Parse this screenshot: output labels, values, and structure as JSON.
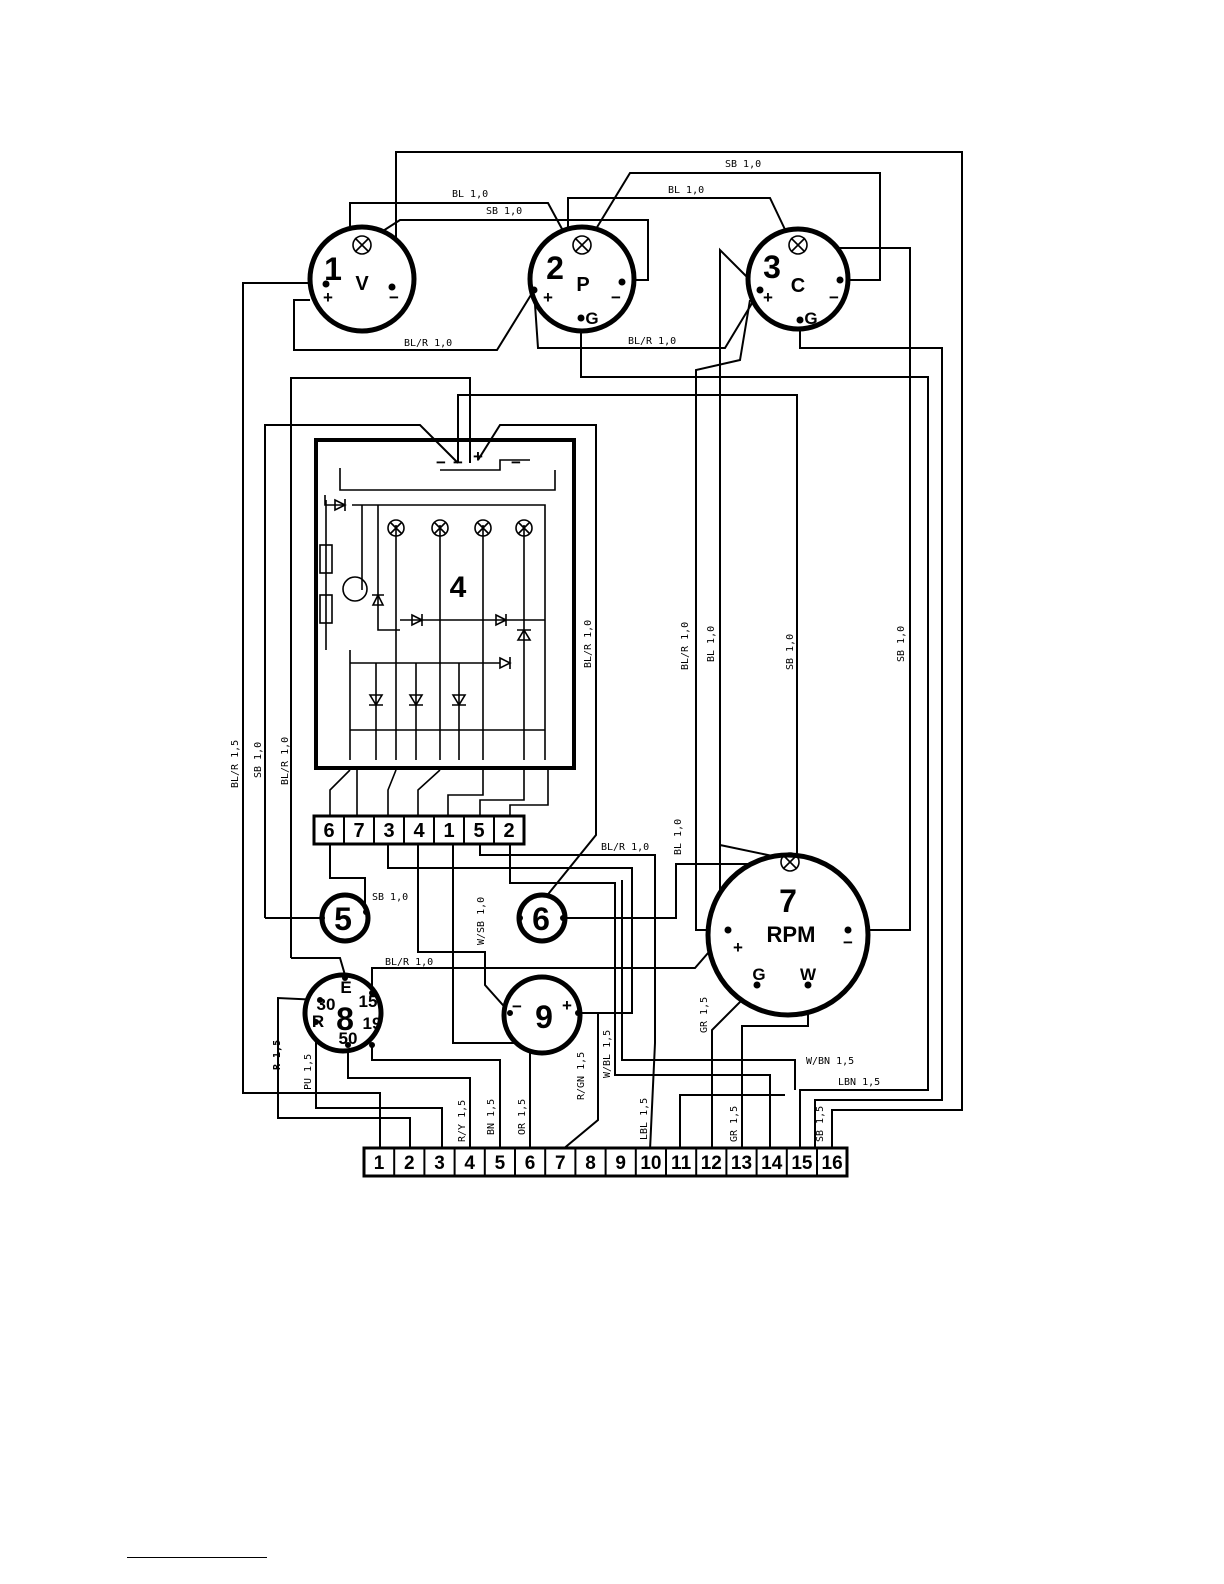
{
  "gauges": {
    "g1": {
      "number": "1",
      "letter": "V",
      "plus": "+",
      "minus": "−"
    },
    "g2": {
      "number": "2",
      "letter": "P",
      "plus": "+",
      "minus": "−",
      "ground": "G"
    },
    "g3": {
      "number": "3",
      "letter": "C",
      "plus": "+",
      "minus": "−",
      "ground": "G"
    },
    "g5": {
      "number": "5"
    },
    "g6": {
      "number": "6"
    },
    "g7": {
      "number": "7",
      "letter": "RPM",
      "plus": "+",
      "minus": "−",
      "ground": "G",
      "w": "W"
    },
    "g8": {
      "number": "8",
      "t30": "30",
      "te": "E",
      "t15": "15",
      "tr": "R",
      "t19": "19",
      "t50": "50"
    },
    "g9": {
      "number": "9",
      "plus": "+",
      "minus": "−"
    }
  },
  "module": {
    "number": "4",
    "minus_a": "−",
    "minus_b": "−",
    "plus_a": "+",
    "minus_c": "−"
  },
  "connector_top": [
    "6",
    "7",
    "3",
    "4",
    "1",
    "5",
    "2"
  ],
  "connector_bottom": [
    "1",
    "2",
    "3",
    "4",
    "5",
    "6",
    "7",
    "8",
    "9",
    "10",
    "11",
    "12",
    "13",
    "14",
    "15",
    "16"
  ],
  "wire_labels": {
    "sb_top": "SB 1,0",
    "bl_left": "BL 1,0",
    "sb_mid": "SB 1,0",
    "bl_right": "BL  1,0",
    "blr_left": "BL/R 1,0",
    "blr_right": "BL/R 1,0",
    "v_blr15": "BL/R 1,5",
    "v_sb10_a": "SB 1,0",
    "v_blr10_a": "BL/R 1,0",
    "v_blr10_b": "BL/R 1,0",
    "v_blr10_c": "BL/R 1,0",
    "v_bl10_a": "BL 1,0",
    "v_sb10_b": "SB 1,0",
    "v_sb10_c": "SB 1,0",
    "v_bl10_b": "BL 1,0",
    "h_blr_6": "BL/R 1,0",
    "h_sb_5": "SB 1,0",
    "v_wsb": "W/SB 1,0",
    "h_blr_8": "BL/R 1,0",
    "v_r15": "R 1,5",
    "v_pu15": "PU 1,5",
    "v_ry15": "R/Y 1,5",
    "v_bn15": "BN 1,5",
    "v_or15": "OR 1,5",
    "v_rgn15": "R/GN 1,5",
    "v_wbl15": "W/BL 1,5",
    "v_lbl15": "LBL 1,5",
    "v_gr15_a": "GR 1,5",
    "v_gr15_b": "GR 1,5",
    "v_sb15": "SB 1,5",
    "h_wbn": "W/BN 1,5",
    "h_lbn": "LBN 1,5"
  }
}
